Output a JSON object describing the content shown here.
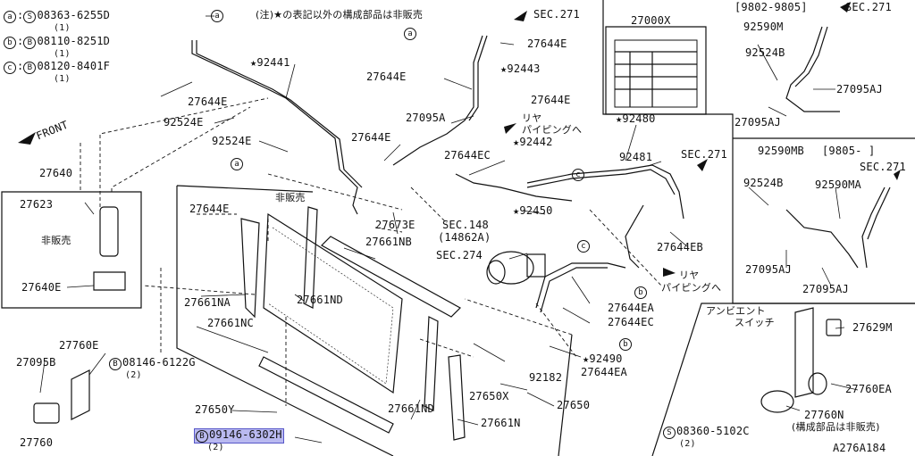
{
  "diagram_id": "A276A184",
  "note": "(注)★の表記以外の構成部品は非販売",
  "legend": [
    {
      "letter": "a",
      "type": "S",
      "part": "08363-6255D",
      "qty": "(1)"
    },
    {
      "letter": "b",
      "type": "B",
      "part": "08110-8251D",
      "qty": "(1)"
    },
    {
      "letter": "c",
      "type": "B",
      "part": "08120-8401F",
      "qty": "(1)"
    }
  ],
  "front": "FRONT",
  "sec271": "SEC.271",
  "sec148": "SEC.148",
  "sec148_sub": "(14862A)",
  "sec274": "SEC.274",
  "rear_piping": [
    "リヤ",
    "パイピングへ"
  ],
  "not_sold": "非販売",
  "parts": {
    "p27644E": "27644E",
    "p92441": "★92441",
    "p92524E": "92524E",
    "p92443": "★92443",
    "p27095A": "27095A",
    "p92442": "★92442",
    "p27644EC": "27644EC",
    "p92480": "★92480",
    "p92481": "92481",
    "p92450": "★92450",
    "p27673E": "27673E",
    "p27661NB": "27661NB",
    "p27661NA": "27661NA",
    "p27661ND": "27661ND",
    "p27661NC": "27661NC",
    "p27644EB": "27644EB",
    "p27644EA": "27644EA",
    "p92490": "★92490",
    "p92182": "92182",
    "p27650X": "27650X",
    "p27650Y": "27650Y",
    "p27661N": "27661N",
    "p27650": "27650",
    "p27640": "27640",
    "p27623": "27623",
    "p27640E": "27640E",
    "p27760E": "27760E",
    "p27095B": "27095B",
    "p27760": "27760",
    "p27000X": "27000X",
    "p92590M": "92590M",
    "p92524B": "92524B",
    "p27095AJ": "27095AJ",
    "p92590MB": "92590MB",
    "p92590MA": "92590MA",
    "p27629M": "27629M",
    "p27760EA": "27760EA",
    "p27760N": "27760N"
  },
  "bolt_6122G": {
    "part": "08146-6122G",
    "qty": "(2)"
  },
  "bolt_6302H": {
    "part": "09146-6302H",
    "qty": "(2)"
  },
  "screw_5102C": {
    "part": "08360-5102C",
    "qty": "(2)"
  },
  "date1": "[9802-9805]",
  "date2": "[9805-  ]",
  "ambient": [
    "アンビエント",
    "スイッチ"
  ],
  "n760_sub": "(構成部品は非販売)",
  "bullets": [
    "a",
    "b",
    "c"
  ],
  "bolt_types": [
    "S",
    "B"
  ]
}
